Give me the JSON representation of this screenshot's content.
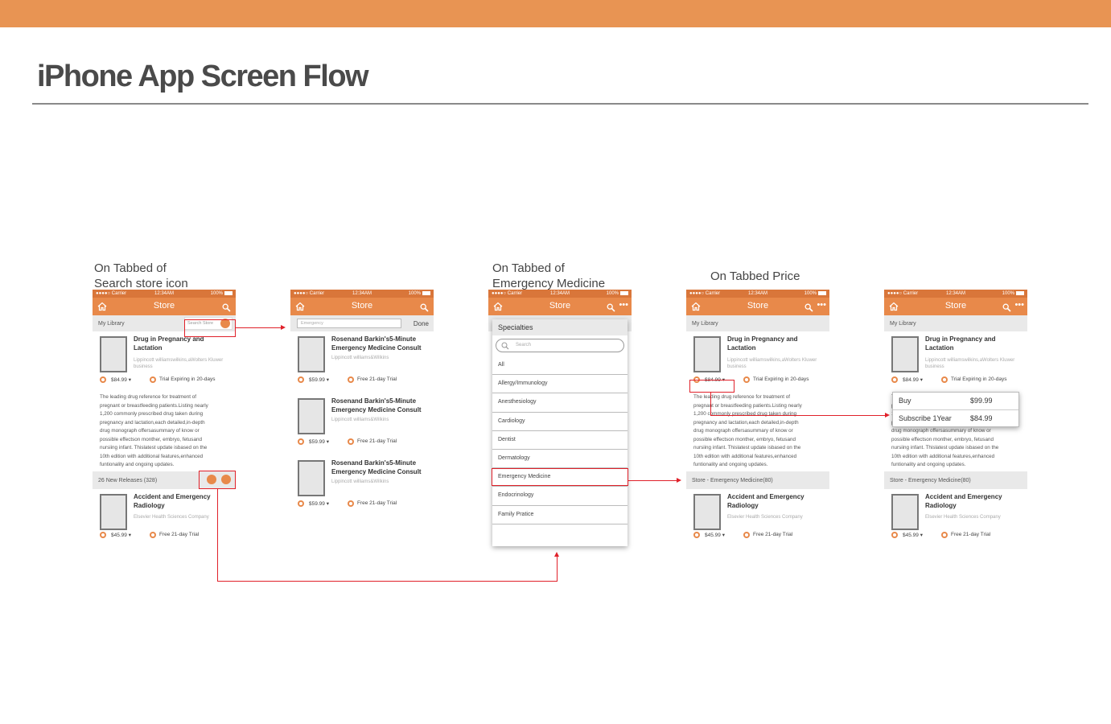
{
  "page": {
    "title": "iPhone App Screen Flow"
  },
  "captions": {
    "search": "On Tabbed of\nSearch store icon",
    "emergency": "On Tabbed of\nEmergency Medicine",
    "price": "On Tabbed Price"
  },
  "colors": {
    "band": "#E89453",
    "nav": "#E8894A",
    "status": "#D9763A",
    "highlight": "#E0212A"
  },
  "status_bar": {
    "carrier": "●●●●○ Carrier",
    "time": "12:34AM",
    "battery": "100%"
  },
  "nav": {
    "title": "Store",
    "icons": [
      "home-icon",
      "search-icon",
      "more-icon"
    ]
  },
  "library": {
    "label": "My Library",
    "search_placeholder": "Search Store"
  },
  "search_screen": {
    "placeholder": "Emergency",
    "done": "Done",
    "results": [
      {
        "title": "Rosenand Barkin's5-Minute Emergency Medicine Consult",
        "publisher": "Lippincott williams&Wilkins",
        "price": "$59.99",
        "trial": "Free 21-day Trial"
      },
      {
        "title": "Rosenand Barkin's5-Minute Emergency Medicine Consult",
        "publisher": "Lippincott williams&Wilkins",
        "price": "$59.99",
        "trial": "Free 21-day Trial"
      },
      {
        "title": "Rosenand Barkin's5-Minute Emergency Medicine Consult",
        "publisher": "Lippincott williams&Wilkins",
        "price": "$59.99",
        "trial": "Free 21-day Trial"
      }
    ]
  },
  "featured_book": {
    "title": "Drug in Pregnancy and Lactation",
    "publisher": "Lippincott williamswilkins,aWolters Kluwer business",
    "price": "$84.99",
    "trial": "Trial Expiring in 20-days",
    "description_lines": [
      "The leading drug reference for treatment of",
      "pregnant or breastfeeding patients.Listing  nearly",
      "1,200 commonly prescribed drug taken during",
      "pregnancy and lactation,each detailed,in-depth",
      "drug monograph offersasummary  of know or",
      "possible effectson  monther, embryo, fetusand",
      "nursiing infant. Thislatest  update isbased  on the",
      "10th edition with  additional features,enhanced",
      "funtionality and ongoing updates."
    ]
  },
  "new_releases": {
    "label": "26 New Releases (328)"
  },
  "store_section": {
    "label": "Store - Emergency Medicine(80)"
  },
  "second_book": {
    "title": "Accident and Emergency Radiology",
    "publisher": "Elsevier Health Sciences Company",
    "price": "$45.99",
    "trial": "Free 21-day Trial"
  },
  "specialties": {
    "header": "Specialties",
    "search_placeholder": "Search",
    "items": [
      "All",
      "Allergy/Immunology",
      "Anesthesiology",
      "Cardiology",
      "Dentist",
      "Dermatology",
      "Emergency Medicine",
      "Endocrinology",
      "Family Pratice"
    ]
  },
  "price_popup": {
    "options": [
      {
        "label": "Buy",
        "value": "$99.99"
      },
      {
        "label": "Subscribe  1Year",
        "value": "$84.99"
      }
    ]
  }
}
